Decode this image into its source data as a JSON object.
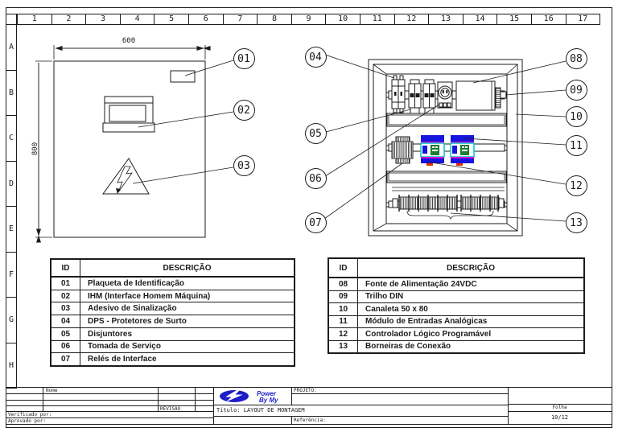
{
  "sheet": {
    "grid_columns": [
      "1",
      "2",
      "3",
      "4",
      "5",
      "6",
      "7",
      "8",
      "9",
      "10",
      "11",
      "12",
      "13",
      "14",
      "15",
      "16",
      "17"
    ],
    "grid_rows": [
      "A",
      "B",
      "C",
      "D",
      "E",
      "F",
      "G",
      "H"
    ]
  },
  "front_view": {
    "width_dim": "600",
    "height_dim": "800"
  },
  "callouts": [
    "01",
    "02",
    "03",
    "04",
    "05",
    "06",
    "07",
    "08",
    "09",
    "10",
    "11",
    "12",
    "13"
  ],
  "legend_left": {
    "headers": [
      "ID",
      "DESCRIÇÃO"
    ],
    "rows": [
      [
        "01",
        "Plaqueta de Identificação"
      ],
      [
        "02",
        "IHM (Interface Homem Máquina)"
      ],
      [
        "03",
        "Adesivo de Sinalização"
      ],
      [
        "04",
        "DPS - Protetores de Surto"
      ],
      [
        "05",
        "Disjuntores"
      ],
      [
        "06",
        "Tomada de Serviço"
      ],
      [
        "07",
        "Relés de Interface"
      ]
    ]
  },
  "legend_right": {
    "headers": [
      "ID",
      "DESCRIÇÃO"
    ],
    "rows": [
      [
        "08",
        "Fonte de Alimentação 24VDC"
      ],
      [
        "09",
        "Trilho DIN"
      ],
      [
        "10",
        "Canaleta 50 x 80"
      ],
      [
        "11",
        "Módulo de Entradas Analógicas"
      ],
      [
        "12",
        "Controlador Lógico Programável"
      ],
      [
        "13",
        "Borneiras de Conexão"
      ]
    ]
  },
  "title_block": {
    "nome_label": "Nome",
    "revisao_label": "REVISÃO",
    "verificado_label": "Verificado por:",
    "aprovado_label": "Aprovado por:",
    "projeto_label": "PROJETO:",
    "titulo_label": "Título:",
    "titulo_value": "LAYOUT DE MONTAGEM",
    "referencia_label": "Referência:",
    "folha_label": "Folha",
    "folha_value": "10/12"
  },
  "logo": {
    "line1": "Power",
    "line2": "By My"
  },
  "colors": {
    "line": "#1b1b1b",
    "logo_blue": "#1c1cc8",
    "module_blue": "#1515dd",
    "module_magenta": "#d400d4",
    "module_cyan": "#00c8c8",
    "module_green": "#1e7d32",
    "module_red": "#e03000"
  }
}
